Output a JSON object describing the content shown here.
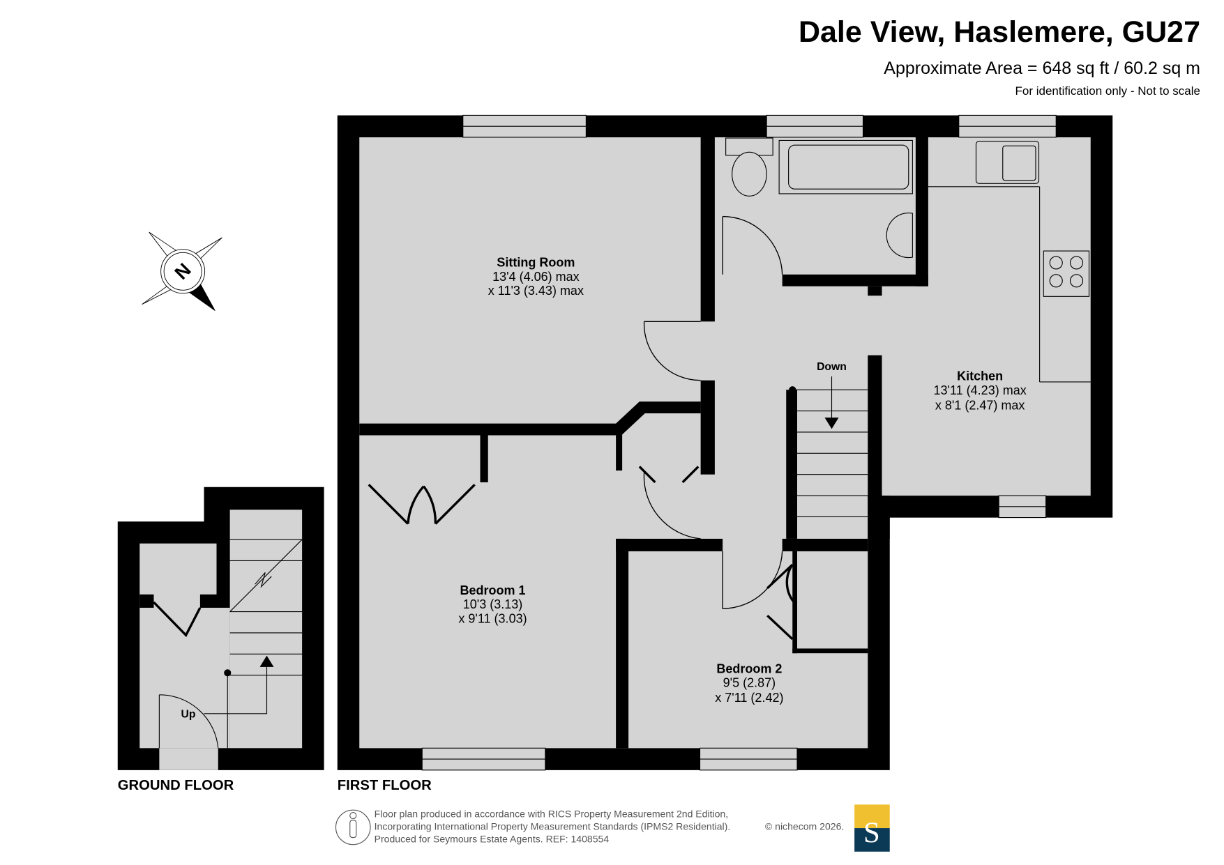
{
  "header": {
    "title": "Dale View, Haslemere, GU27",
    "area": "Approximate Area = 648 sq ft / 60.2 sq m",
    "disclaimer": "For identification only - Not to scale"
  },
  "compass": {
    "label": "N",
    "icon": "compass-north-icon"
  },
  "rooms": {
    "sitting": {
      "name": "Sitting Room",
      "dim1": "13'4 (4.06) max",
      "dim2": "x 11'3 (3.43) max"
    },
    "kitchen": {
      "name": "Kitchen",
      "dim1": "13'11 (4.23) max",
      "dim2": "x 8'1 (2.47) max"
    },
    "bed1": {
      "name": "Bedroom 1",
      "dim1": "10'3 (3.13)",
      "dim2": "x 9'11 (3.03)"
    },
    "bed2": {
      "name": "Bedroom 2",
      "dim1": "9'5 (2.87)",
      "dim2": "x 7'11 (2.42)"
    }
  },
  "stairs": {
    "down": "Down",
    "up": "Up"
  },
  "floors": {
    "ground": "GROUND FLOOR",
    "first": "FIRST FLOOR"
  },
  "footer": {
    "line1": "Floor plan produced in accordance with RICS Property Measurement 2nd Edition,",
    "line2": "Incorporating International Property Measurement Standards (IPMS2 Residential).",
    "copyright": "© nichecom 2026.",
    "line3": "Produced for Seymours Estate Agents.   REF: 1408554",
    "logo_letter": "S"
  },
  "colors": {
    "floor": "#d4d4d4",
    "wall": "#000000",
    "logo_top": "#f0c030",
    "logo_bottom": "#0b3a56"
  }
}
